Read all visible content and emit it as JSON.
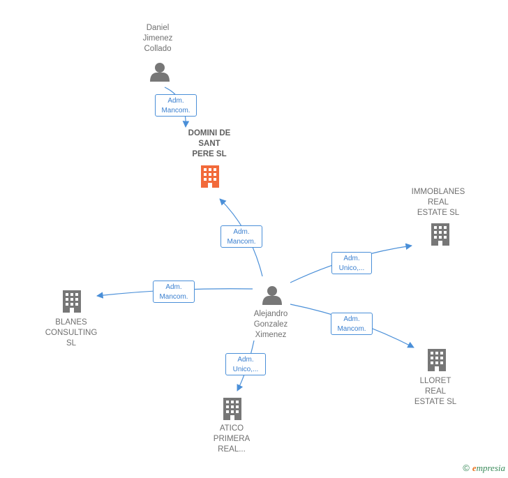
{
  "colors": {
    "edge": "#4a8fd8",
    "company": "#777777",
    "main_company": "#f26a3a",
    "person": "#777777"
  },
  "nodes": {
    "daniel": {
      "label": "Daniel\nJimenez\nCollado",
      "icon": "person-icon"
    },
    "domini": {
      "label": "DOMINI DE\nSANT\nPERE  SL",
      "icon": "building-icon"
    },
    "immoblanes": {
      "label": "IMMOBLANES\nREAL\nESTATE  SL",
      "icon": "building-icon"
    },
    "blanes": {
      "label": "BLANES\nCONSULTING\nSL",
      "icon": "building-icon"
    },
    "alejandro": {
      "label": "Alejandro\nGonzalez\nXimenez",
      "icon": "person-icon"
    },
    "lloret": {
      "label": "LLORET\nREAL\nESTATE  SL",
      "icon": "building-icon"
    },
    "atico": {
      "label": "ATICO\nPRIMERA\nREAL...",
      "icon": "building-icon"
    }
  },
  "edges": {
    "daniel_domini": "Adm.\nMancom.",
    "alejandro_domini": "Adm.\nMancom.",
    "alejandro_immoblanes": "Adm.\nUnico,...",
    "alejandro_blanes": "Adm.\nMancom.",
    "alejandro_lloret": "Adm.\nMancom.",
    "alejandro_atico": "Adm.\nUnico,..."
  },
  "brand": {
    "copyright": "©",
    "e": "e",
    "rest": "mpresia"
  }
}
